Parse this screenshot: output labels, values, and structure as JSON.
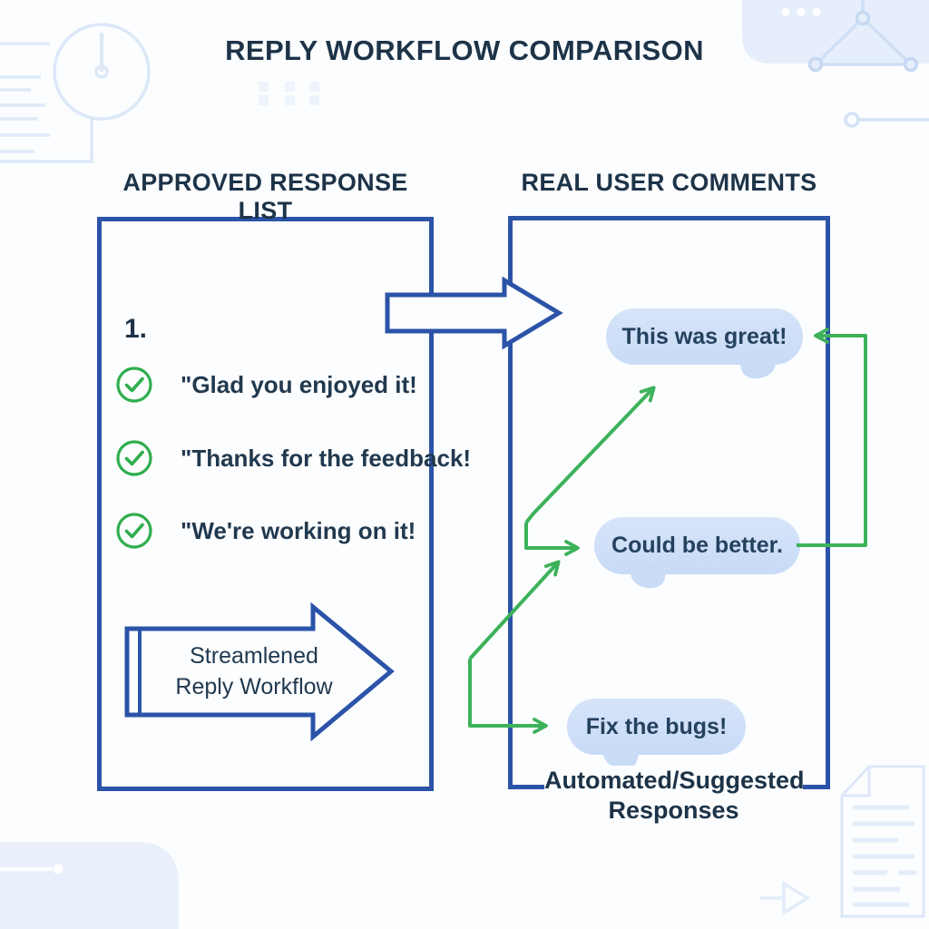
{
  "title": "REPLY WORKFLOW COMPARISON",
  "colors": {
    "panel_border_blue": "#2b53a8",
    "connector_green": "#3cb25a",
    "check_green": "#2fae4e",
    "bubble_fill": "#cdddf6",
    "text_dark_navy": "#1d3348",
    "background": "#fcfdfe",
    "decor_light_blue": "#e6eefb"
  },
  "left_panel": {
    "header": "APPROVED RESPONSE LIST",
    "list_number": "1.",
    "items": [
      {
        "icon": "check-circle-icon",
        "text": "\"Glad you enjoyed it!"
      },
      {
        "icon": "check-circle-icon",
        "text": "\"Thanks for the feedback!"
      },
      {
        "icon": "check-circle-icon",
        "text": "\"We're working on it!"
      }
    ],
    "arrow_label_line1": "Streamlened",
    "arrow_label_line2": "Reply Workflow"
  },
  "right_panel": {
    "header": "REAL USER COMMENTS",
    "comments": [
      "This was great!",
      "Could be better.",
      "Fix the bugs!"
    ],
    "footer_line1": "Automated/Suggested",
    "footer_line2": "Responses"
  },
  "background_icons": [
    "clock-icon",
    "list-lines-icon",
    "dots-grid-icon",
    "ellipsis-dots-icon",
    "network-triangle-icon",
    "node-line-icon",
    "card-shape",
    "document-icon",
    "arrow-right-icon"
  ]
}
